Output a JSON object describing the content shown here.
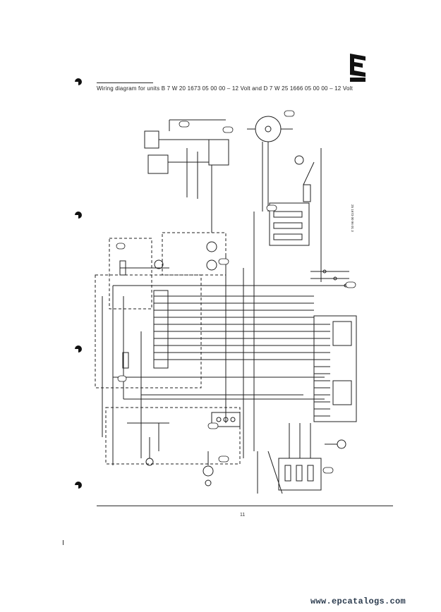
{
  "document": {
    "title": "Wiring diagram for units B 7 W 20 1673 05 00 00 – 12 Volt and D 7 W 25 1666 05 00 00 – 12 Volt",
    "page_number": "11",
    "drawing_number": "25 1673 00 96 01 3",
    "watermark": "www.epcatalogs.com",
    "logo_icon": "eberspacher-logo-icon",
    "ink_color": "#1f1f1f"
  }
}
